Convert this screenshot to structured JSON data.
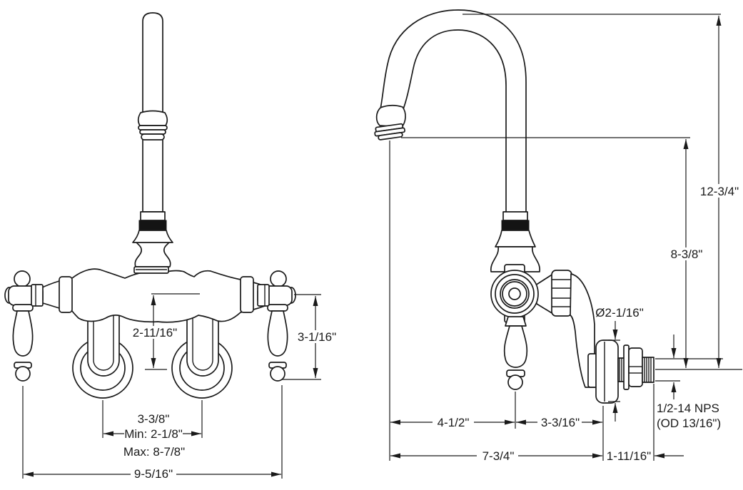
{
  "colors": {
    "line": "#1a1a1a",
    "background": "#ffffff",
    "band": "#141414"
  },
  "front_view": {
    "dims": {
      "body_center_to_leg_center": "2-11/16\"",
      "handle_height": "3-1/16\"",
      "leg_centers": "3-3/8\"",
      "leg_centers_min": "Min: 2-1/8\"",
      "leg_centers_max": "Max: 8-7/8\"",
      "overall_width": "9-5/16\""
    }
  },
  "side_view": {
    "dims": {
      "overall_height": "12-3/4\"",
      "outlet_height": "8-3/8\"",
      "flange_diameter": "Ø2-1/16\"",
      "thread_spec": "1/2-14 NPS",
      "thread_od": "(OD 13/16\")",
      "outlet_to_handle_center": "4-1/2\"",
      "handle_center_to_wall": "3-3/16\"",
      "outlet_to_wall": "7-3/4\"",
      "nipple_length": "1-11/16\""
    }
  }
}
